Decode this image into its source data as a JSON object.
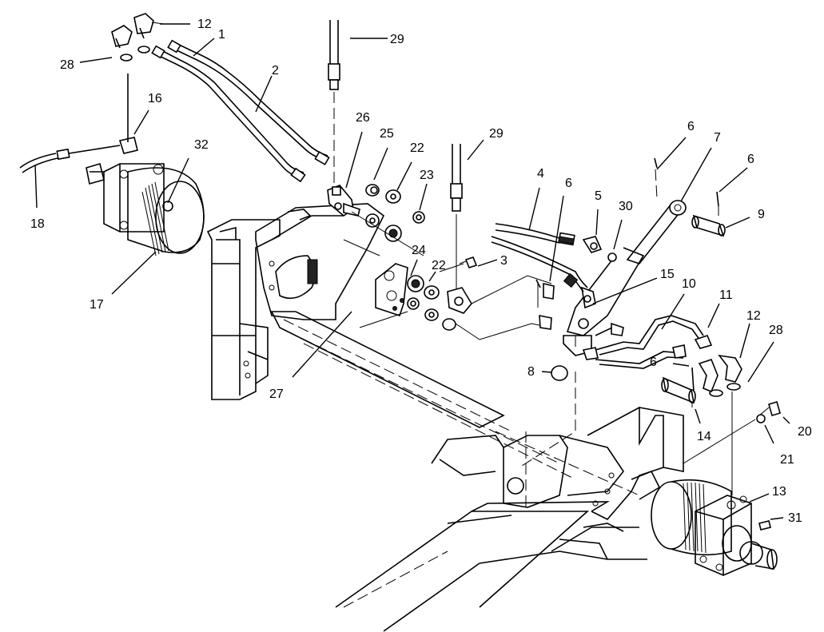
{
  "callouts": [
    {
      "id": "c1",
      "text": "1"
    },
    {
      "id": "c2",
      "text": "2"
    },
    {
      "id": "c3",
      "text": "3"
    },
    {
      "id": "c4",
      "text": "4"
    },
    {
      "id": "c5",
      "text": "5"
    },
    {
      "id": "c6a",
      "text": "6"
    },
    {
      "id": "c6b",
      "text": "6"
    },
    {
      "id": "c6c",
      "text": "6"
    },
    {
      "id": "c6d",
      "text": "6"
    },
    {
      "id": "c7",
      "text": "7"
    },
    {
      "id": "c8",
      "text": "8"
    },
    {
      "id": "c9",
      "text": "9"
    },
    {
      "id": "c10",
      "text": "10"
    },
    {
      "id": "c11",
      "text": "11"
    },
    {
      "id": "c12a",
      "text": "12"
    },
    {
      "id": "c12b",
      "text": "12"
    },
    {
      "id": "c13",
      "text": "13"
    },
    {
      "id": "c14",
      "text": "14"
    },
    {
      "id": "c15",
      "text": "15"
    },
    {
      "id": "c16",
      "text": "16"
    },
    {
      "id": "c17",
      "text": "17"
    },
    {
      "id": "c18",
      "text": "18"
    },
    {
      "id": "c20",
      "text": "20"
    },
    {
      "id": "c21",
      "text": "21"
    },
    {
      "id": "c22a",
      "text": "22"
    },
    {
      "id": "c22b",
      "text": "22"
    },
    {
      "id": "c23",
      "text": "23"
    },
    {
      "id": "c24",
      "text": "24"
    },
    {
      "id": "c25",
      "text": "25"
    },
    {
      "id": "c26",
      "text": "26"
    },
    {
      "id": "c27",
      "text": "27"
    },
    {
      "id": "c28a",
      "text": "28"
    },
    {
      "id": "c28b",
      "text": "28"
    },
    {
      "id": "c29a",
      "text": "29"
    },
    {
      "id": "c29b",
      "text": "29"
    },
    {
      "id": "c30",
      "text": "30"
    },
    {
      "id": "c31",
      "text": "31"
    },
    {
      "id": "c32",
      "text": "32"
    }
  ]
}
